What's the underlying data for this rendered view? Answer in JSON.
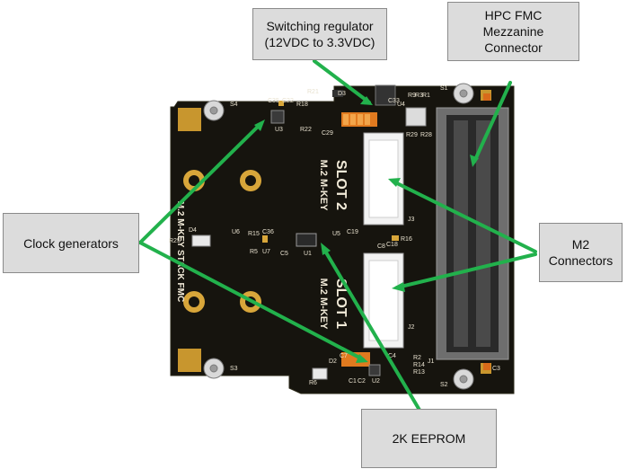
{
  "callouts": {
    "switching_regulator": {
      "line1": "Switching regulator",
      "line2": "(12VDC to 3.3VDC)"
    },
    "hpc_fmc": {
      "line1": "HPC FMC",
      "line2": "Mezzanine",
      "line3": "Connector"
    },
    "clock_generators": {
      "label": "Clock generators"
    },
    "m2_connectors": {
      "line1": "M2",
      "line2": "Connectors"
    },
    "eeprom": {
      "label": "2K EEPROM"
    }
  },
  "board": {
    "slot2_title": "SLOT 2",
    "slot2_key": "M.2 M-KEY",
    "slot1_title": "SLOT 1",
    "slot1_key": "M.2 M-KEY",
    "side_text": "M.2 M-KEY STACK FMC",
    "refdes": {
      "s1": "S1",
      "s2": "S2",
      "s3": "S3",
      "s4": "S4",
      "j1": "J1",
      "j2": "J2",
      "j3": "J3",
      "u1": "U1",
      "u2": "U2",
      "u3": "U3",
      "u4": "U4",
      "u5": "U5",
      "u6": "U6",
      "u7": "U7",
      "d2": "D2",
      "d3": "D3",
      "d4": "D4",
      "c1": "C1",
      "c2": "C2",
      "c3": "C3",
      "c4": "C4",
      "c5": "C5",
      "c7": "C7",
      "c8": "C8",
      "c18": "C18",
      "c19": "C19",
      "c22": "C22",
      "c29": "C29",
      "c33": "C33",
      "c35": "C35",
      "c36": "C36",
      "r1": "R1",
      "r2": "R2",
      "r3": "R3",
      "r5": "R5",
      "r6": "R6",
      "r9": "R9",
      "r13": "R13",
      "r14": "R14",
      "r15": "R15",
      "r16": "R16",
      "r18": "R18",
      "r21": "R21",
      "r22": "R22",
      "r25": "R25",
      "r28": "R28",
      "r29": "R29"
    }
  },
  "colors": {
    "pcb": "#16140e",
    "arrow": "#22b14c",
    "gold": "#d8a63a",
    "callout_bg": "#dcdcdc"
  }
}
